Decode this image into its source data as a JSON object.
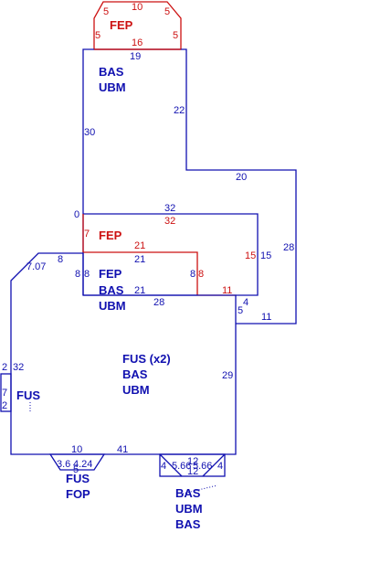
{
  "labels": {
    "top_fep": "FEP",
    "bas_ubm_upper": [
      "BAS",
      "UBM"
    ],
    "fep_mid": "FEP",
    "fep_bas_ubm": [
      "FEP",
      "BAS",
      "UBM"
    ],
    "fus_main": [
      "FUS (x2)",
      "BAS",
      "UBM"
    ],
    "fus_side": "FUS",
    "fus_fop": [
      "FUS",
      "FOP"
    ],
    "bas_ubm_bas": [
      "BAS",
      "UBM",
      "BAS"
    ]
  },
  "dims": {
    "top_fep": [
      "5",
      "10",
      "5",
      "5",
      "16",
      "5"
    ],
    "upper": [
      "19",
      "22",
      "30",
      "20",
      "28"
    ],
    "fep_mid": [
      "0",
      "32",
      "32",
      "7",
      "21",
      "15",
      "15"
    ],
    "inner": [
      "8",
      "8",
      "21",
      "21",
      "8",
      "8",
      "28",
      "11",
      "4",
      "5",
      "11"
    ],
    "left": [
      "7.07",
      "8"
    ],
    "main": [
      "2",
      "32",
      "7",
      "2",
      "29",
      "10",
      "41"
    ],
    "fop": [
      "3.6",
      "4.24",
      "5"
    ],
    "foot": [
      "4",
      "5.66",
      "5.66",
      "4",
      "12",
      "12"
    ]
  },
  "colors": {
    "blue": "#1010b0",
    "red": "#cc1111"
  }
}
